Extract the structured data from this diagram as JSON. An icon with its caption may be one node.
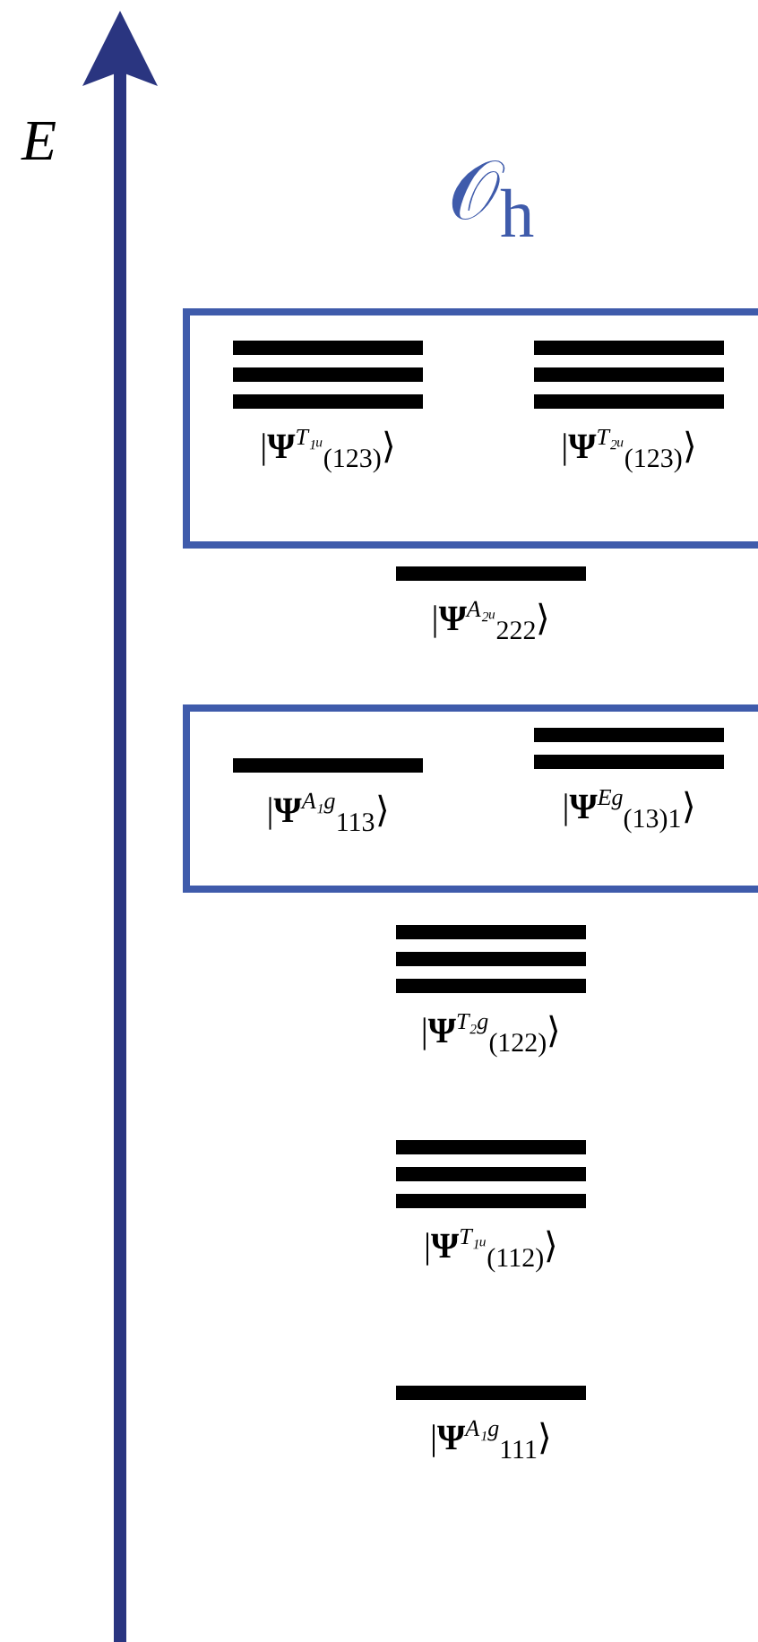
{
  "diagram": {
    "nodes": [
      {
        "text": [],
        "shape": "box"
      },
      {
        "text": [
          "|**Ψ**$^{T₁ᵤ}$$_{(123)}$⟩"
        ],
        "in": 0
      },
      {
        "text": [
          "|**Ψ**$^{T₂ᵤ}$$_{(123)}$⟩"
        ],
        "in": 0
      },
      {
        "text": [
          "|**Ψ**$^{A₂ᵤ}$$_{222}$⟩"
        ]
      },
      {
        "text": [],
        "shape": "box"
      },
      {
        "text": [
          "|**Ψ**$^{A₁g}$$_{113}$⟩"
        ],
        "in": 4
      },
      {
        "text": [
          "|**Ψ**$^{Eg}$$_{(13)1}$⟩"
        ],
        "in": 4
      },
      {
        "text": [
          "|**Ψ**$^{T₂g}$$_{(122)}$⟩"
        ]
      },
      {
        "text": [
          "|**Ψ**$^{T₁ᵤ}$$_{(112)}$⟩"
        ]
      },
      {
        "text": [
          "|**Ψ**$^{A₁g}$$_{111}$⟩"
        ]
      }
    ],
    "labels": [
      "E",
      "𝒪$_{h}$"
    ]
  }
}
